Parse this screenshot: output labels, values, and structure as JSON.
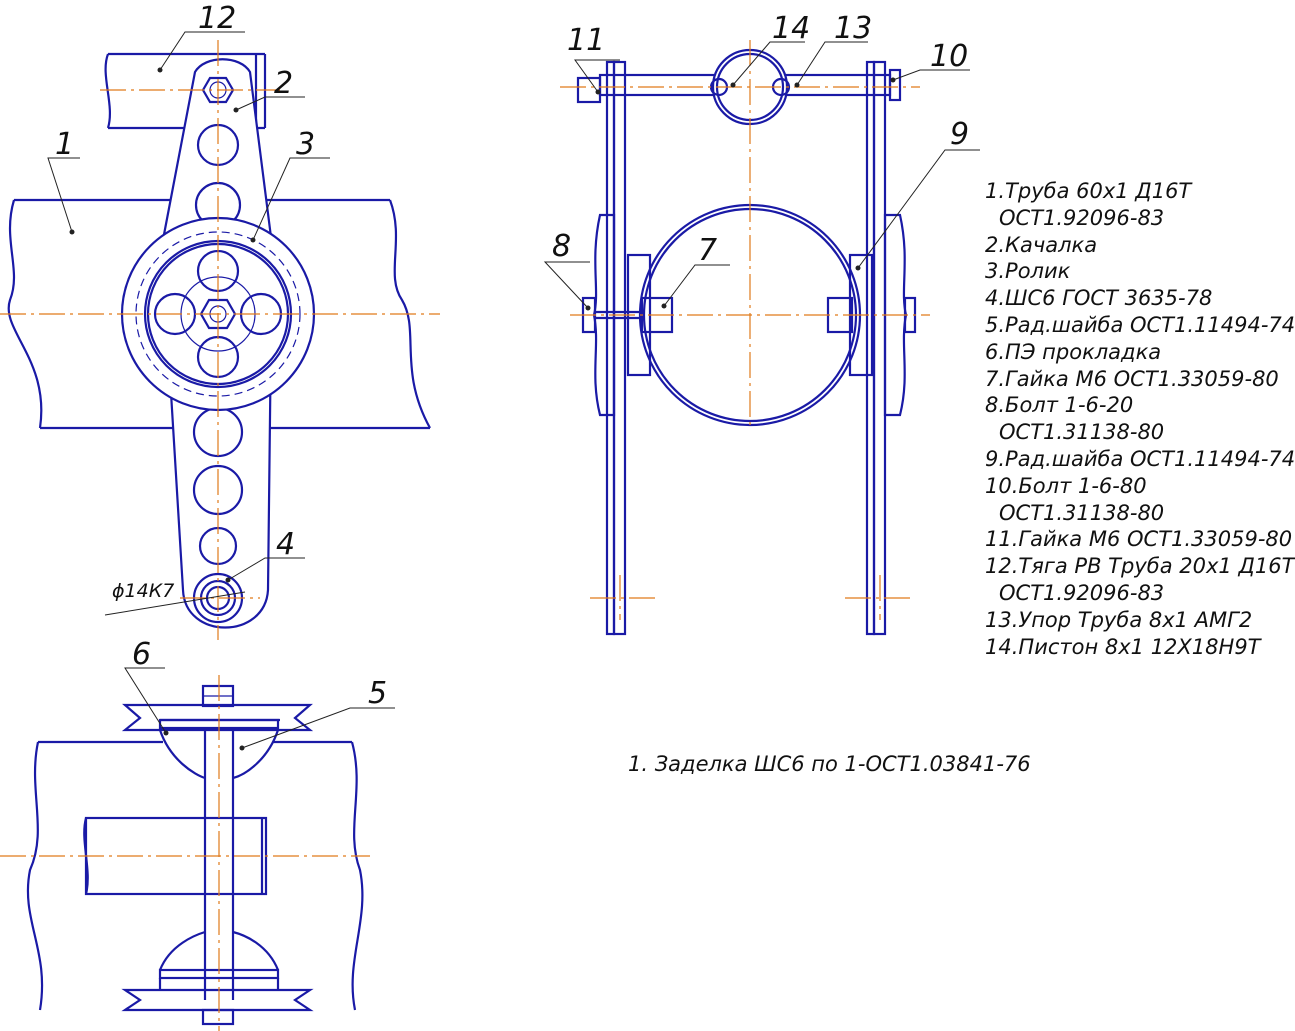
{
  "callouts": {
    "c1": "1",
    "c2": "2",
    "c3": "3",
    "c4": "4",
    "c5": "5",
    "c6": "6",
    "c7": "7",
    "c8": "8",
    "c9": "9",
    "c10": "10",
    "c11": "11",
    "c12": "12",
    "c13": "13",
    "c14": "14"
  },
  "dimension": "ϕ14К7",
  "parts_list": [
    {
      "line1": "1.Труба 60х1 Д16Т",
      "line2": "ОСТ1.92096-83"
    },
    {
      "line1": "2.Качалка"
    },
    {
      "line1": "3.Ролик"
    },
    {
      "line1": "4.ШС6 ГОСТ 3635-78"
    },
    {
      "line1": "5.Рад.шайба ОСТ1.11494-74"
    },
    {
      "line1": "6.ПЭ прокладка"
    },
    {
      "line1": "7.Гайка М6 ОСТ1.33059-80"
    },
    {
      "line1": "8.Болт 1-6-20",
      "line2": "ОСТ1.31138-80"
    },
    {
      "line1": "9.Рад.шайба ОСТ1.11494-74"
    },
    {
      "line1": "10.Болт 1-6-80",
      "line2": "ОСТ1.31138-80"
    },
    {
      "line1": "11.Гайка М6 ОСТ1.33059-80"
    },
    {
      "line1": "12.Тяга РВ Труба 20х1 Д16Т",
      "line2": "ОСТ1.92096-83"
    },
    {
      "line1": "13.Упор Труба 8х1 АМГ2"
    },
    {
      "line1": "14.Пистон 8х1 12Х18Н9Т"
    }
  ],
  "note": "1. Заделка ШС6 по 1-ОСТ1.03841-76"
}
